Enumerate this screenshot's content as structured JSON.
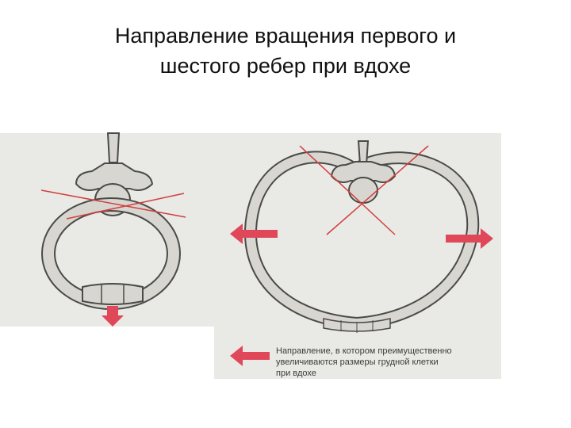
{
  "slide": {
    "title_line1": "Направление вращения первого и",
    "title_line2": "шестого ребер при вдохе"
  },
  "legend": {
    "line1": "Направление, в котором преимущественно",
    "line2": "увеличиваются размеры грудной клетки",
    "line3": "при вдохе"
  },
  "colors": {
    "paper": "#e9e9e6",
    "bone_fill": "#d8d6d0",
    "bone_stroke": "#4a4a48",
    "arrow": "#e0485a",
    "axis_lines": "#d2403f"
  }
}
